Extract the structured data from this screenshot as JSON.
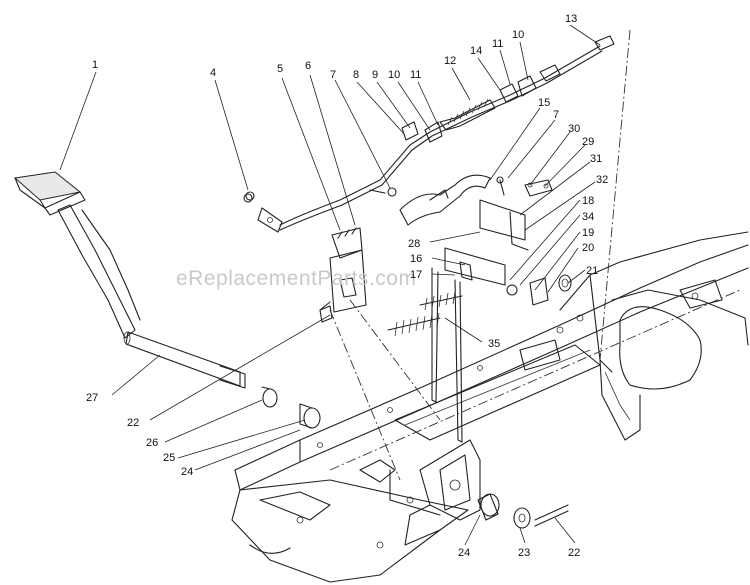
{
  "watermark": "eReplacementParts.com",
  "callouts": [
    "1",
    "4",
    "5",
    "6",
    "7",
    "8",
    "9",
    "10",
    "11",
    "12",
    "14",
    "11",
    "10",
    "13",
    "15",
    "7",
    "30",
    "29",
    "31",
    "32",
    "18",
    "34",
    "19",
    "20",
    "21",
    "28",
    "16",
    "17",
    "35",
    "27",
    "22",
    "26",
    "25",
    "24",
    "24",
    "23",
    "22"
  ]
}
